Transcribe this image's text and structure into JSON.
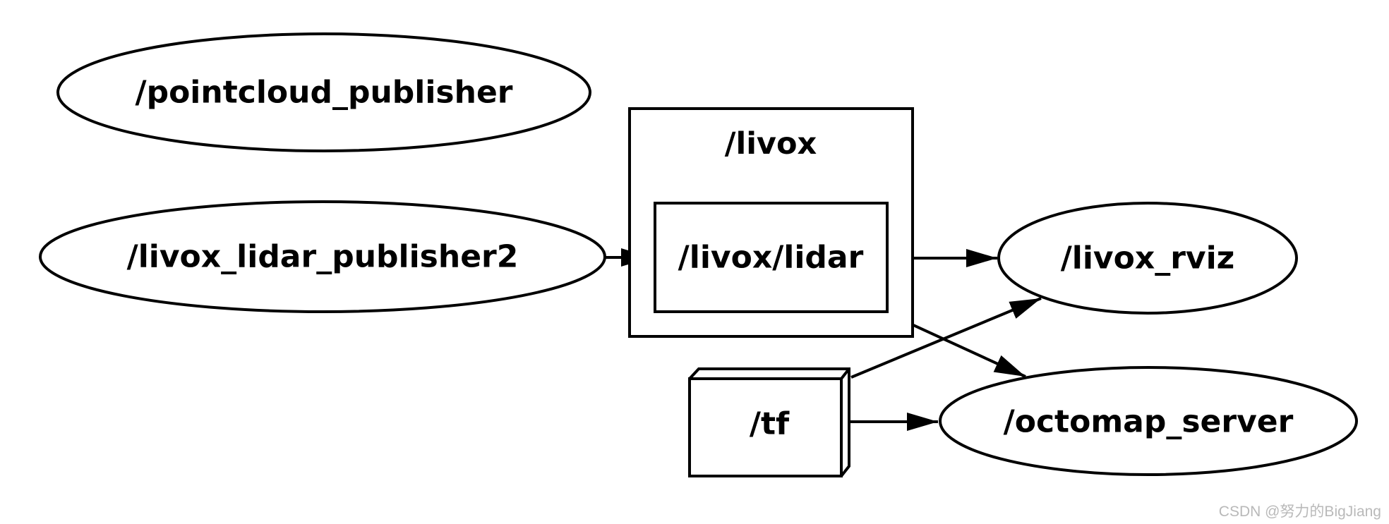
{
  "diagram": {
    "type": "ros-node-graph",
    "background_color": "#ffffff",
    "stroke_color": "#000000",
    "nodes": [
      {
        "id": "pointcloud_publisher",
        "label": "/pointcloud_publisher",
        "shape": "ellipse"
      },
      {
        "id": "livox_lidar_publisher2",
        "label": "/livox_lidar_publisher2",
        "shape": "ellipse"
      },
      {
        "id": "livox_namespace",
        "label": "/livox",
        "shape": "namespace-box"
      },
      {
        "id": "livox_lidar",
        "label": "/livox/lidar",
        "shape": "box"
      },
      {
        "id": "livox_rviz",
        "label": "/livox_rviz",
        "shape": "ellipse"
      },
      {
        "id": "tf",
        "label": "/tf",
        "shape": "box3d"
      },
      {
        "id": "octomap_server",
        "label": "/octomap_server",
        "shape": "ellipse"
      }
    ],
    "edges": [
      {
        "from": "/livox_lidar_publisher2",
        "to": "/livox/lidar"
      },
      {
        "from": "/livox/lidar",
        "to": "/livox_rviz"
      },
      {
        "from": "/livox/lidar",
        "to": "/octomap_server"
      },
      {
        "from": "/tf",
        "to": "/livox_rviz"
      },
      {
        "from": "/tf",
        "to": "/octomap_server"
      }
    ]
  },
  "watermark": {
    "text": "CSDN @努力的BigJiang",
    "color": "#b9b9b9"
  }
}
